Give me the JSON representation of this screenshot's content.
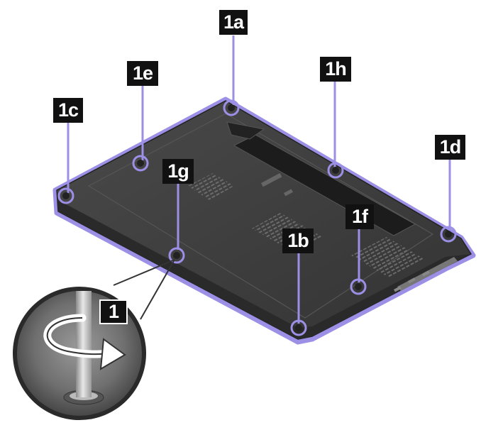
{
  "diagram": {
    "colors": {
      "outline": "#9c8fe6",
      "base_dark": "#3a3a3a",
      "base_mid": "#4a4a4a",
      "vent": "#6a6a6a",
      "label_bg": "#111111",
      "label_text": "#ffffff"
    },
    "callouts": {
      "c1a": "1a",
      "c1b": "1b",
      "c1c": "1c",
      "c1d": "1d",
      "c1e": "1e",
      "c1f": "1f",
      "c1g": "1g",
      "c1h": "1h",
      "step": "1"
    },
    "icons": [
      "screw-icon",
      "rotate-arrow-icon",
      "screwdriver-icon"
    ]
  }
}
